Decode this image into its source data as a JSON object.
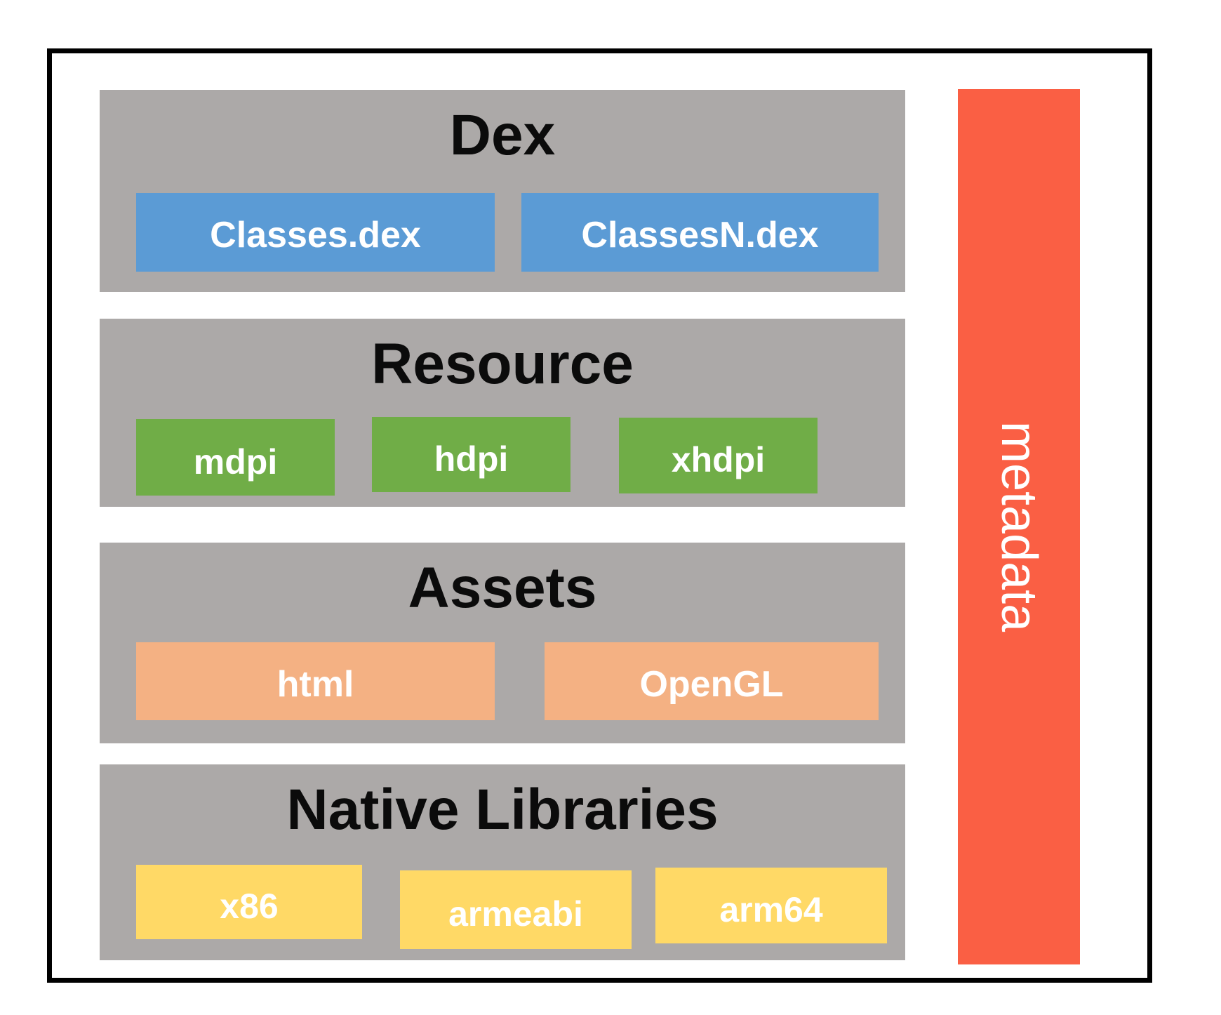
{
  "sections": [
    {
      "title": "Dex",
      "items": [
        "Classes.dex",
        "ClassesN.dex"
      ],
      "item_color": "#5B9BD5"
    },
    {
      "title": "Resource",
      "items": [
        "mdpi",
        "hdpi",
        "xhdpi"
      ],
      "item_color": "#70AD47"
    },
    {
      "title": "Assets",
      "items": [
        "html",
        "OpenGL"
      ],
      "item_color": "#F4B183"
    },
    {
      "title": "Native Libraries",
      "items": [
        "x86",
        "armeabi",
        "arm64"
      ],
      "item_color": "#FFD966"
    }
  ],
  "metadata_bar": {
    "label": "metadata",
    "color": "#FA5F44"
  },
  "colors": {
    "section_bg": "#ACA9A8",
    "border": "#000000",
    "title_text": "#0B0B0B",
    "item_text": "#FFFFFF",
    "canvas_bg": "#FFFFFF"
  }
}
